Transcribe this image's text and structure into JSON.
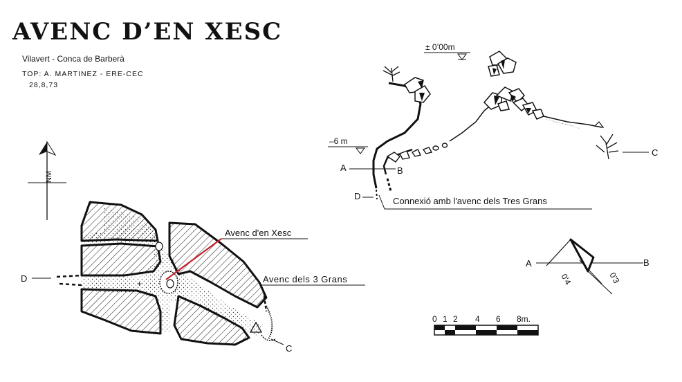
{
  "header": {
    "title": "AVENC D’EN XESC",
    "location": "Vilavert - Conca de Barberà",
    "topography": "TOP: A. MARTINEZ  -  ERE-CEC",
    "date": "28,8,73"
  },
  "north_arrow": {
    "label": "NM"
  },
  "plan_view": {
    "labels": {
      "avenc_xesc": "Avenc d'en Xesc",
      "avenc_3grans": "Avenc dels 3 Grans",
      "point_d": "D",
      "point_c": "C"
    },
    "colors": {
      "pointer_line": "#c8202a",
      "ink": "#111111"
    }
  },
  "section_view": {
    "labels": {
      "datum": "± 0’00m",
      "depth_6": "–6 m",
      "point_a": "A",
      "point_b": "B",
      "point_c": "C",
      "point_d": "D",
      "connection": "Connexió amb l'avenc dels Tres Grans"
    }
  },
  "cross_section": {
    "labels": {
      "point_a": "A",
      "point_b": "B",
      "width_1": "0'4",
      "width_2": "0'3"
    }
  },
  "scale_bar": {
    "ticks": [
      "0",
      "1",
      "2",
      "4",
      "6",
      "8m."
    ]
  }
}
